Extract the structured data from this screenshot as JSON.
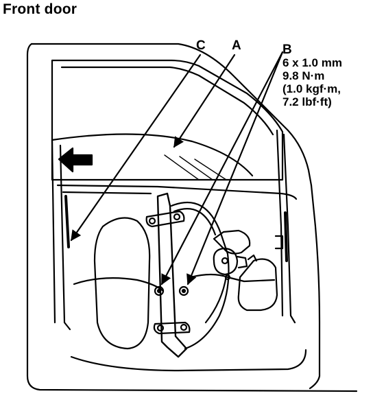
{
  "title": "Front door",
  "callouts": {
    "a": "A",
    "b": "B",
    "c": "C"
  },
  "spec_lines": [
    "6 x 1.0 mm",
    "9.8 N·m",
    "(1.0 kgf·m,",
    "7.2 lbf·ft)"
  ]
}
